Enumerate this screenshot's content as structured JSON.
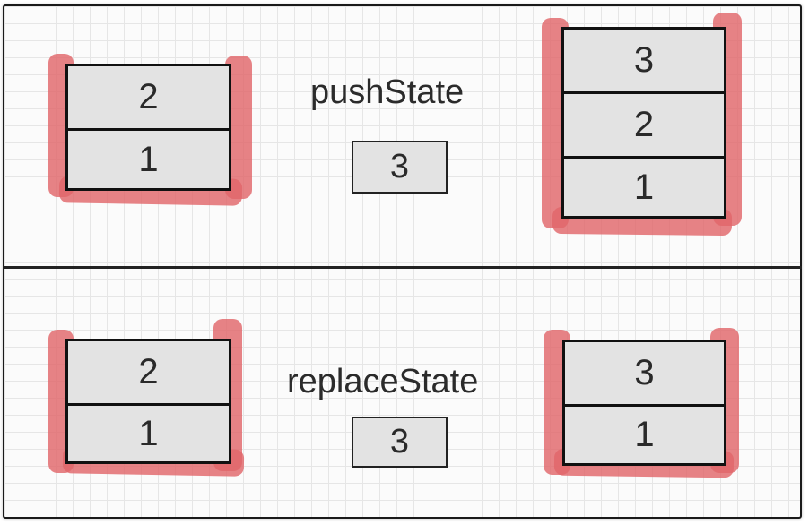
{
  "push": {
    "label": "pushState",
    "before": [
      "2",
      "1"
    ],
    "new_entry": "3",
    "after": [
      "3",
      "2",
      "1"
    ]
  },
  "replace": {
    "label": "replaceState",
    "before": [
      "2",
      "1"
    ],
    "new_entry": "3",
    "after": [
      "3",
      "1"
    ]
  },
  "colors": {
    "highlight": "#e0666a",
    "cell": "#e3e3e3",
    "line": "#111111"
  }
}
